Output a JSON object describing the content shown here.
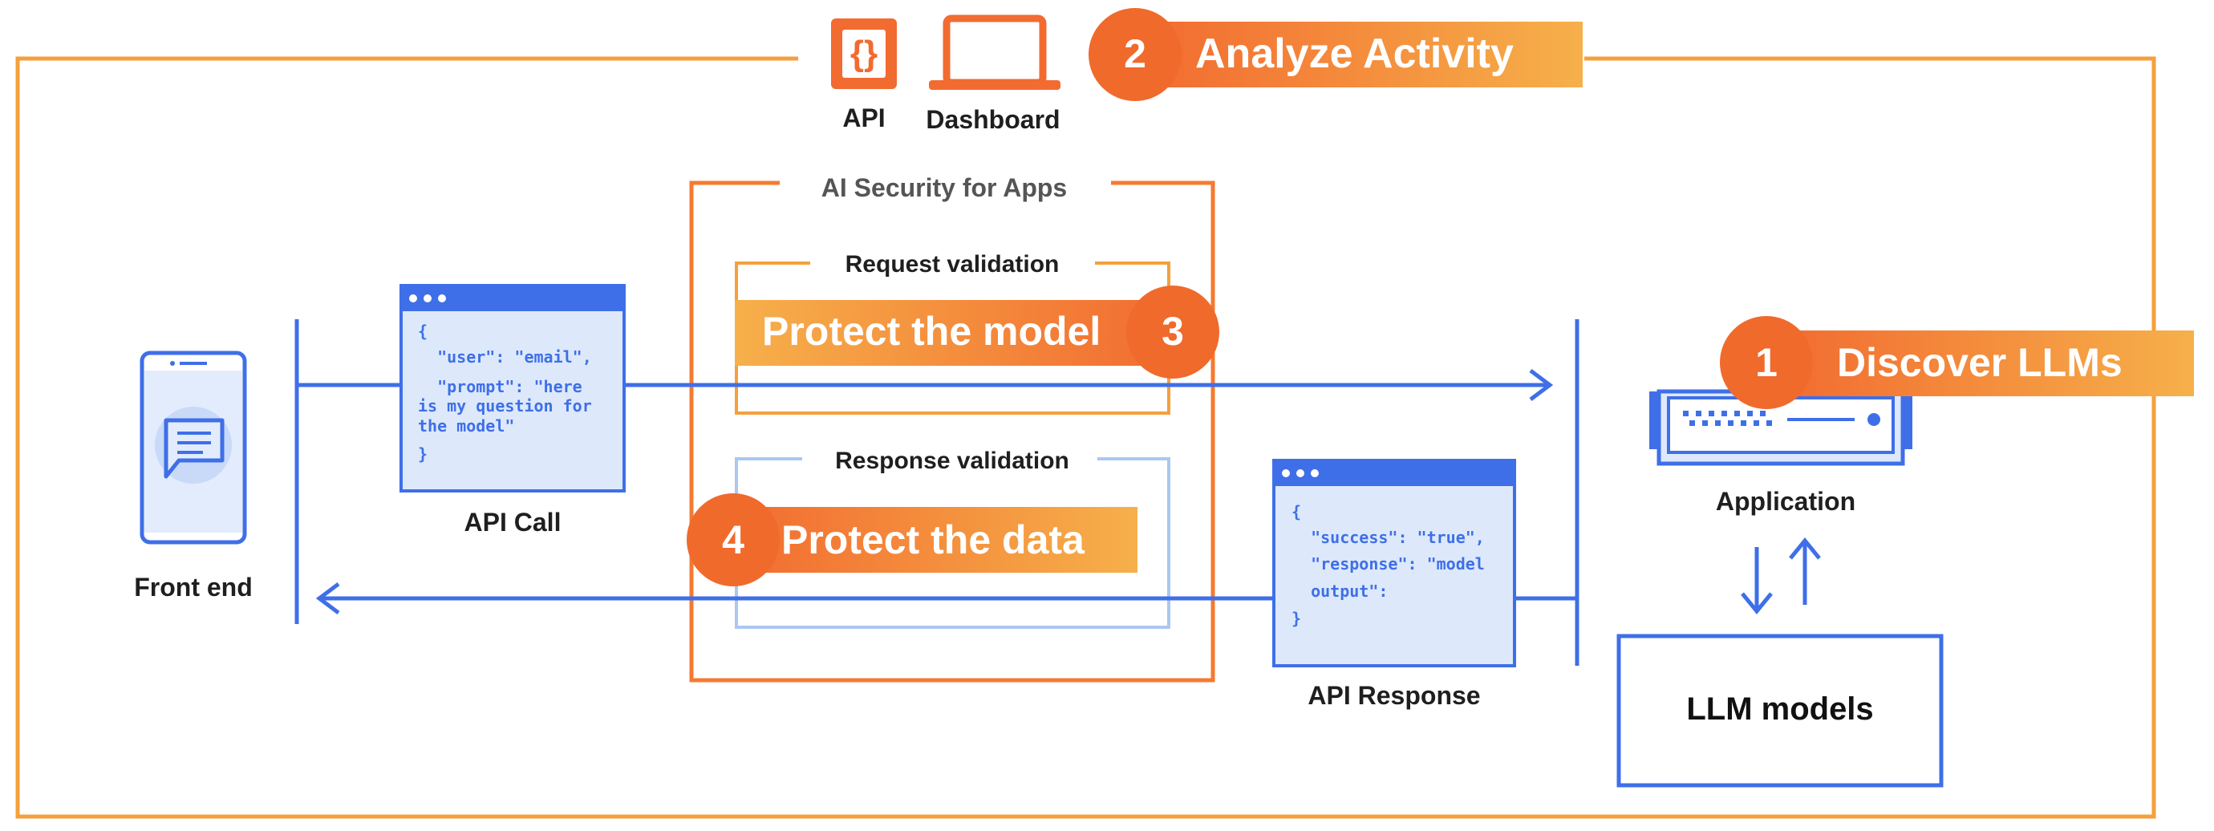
{
  "top": {
    "api_label": "API",
    "dashboard_label": "Dashboard",
    "step2": {
      "number": "2",
      "label": "Analyze Activity"
    }
  },
  "ai_security": {
    "title": "AI Security for Apps",
    "request_validation": "Request validation",
    "response_validation": "Response validation",
    "step3": {
      "number": "3",
      "label": "Protect the model"
    },
    "step4": {
      "number": "4",
      "label": "Protect the data"
    }
  },
  "front_end": {
    "label": "Front end"
  },
  "api_call": {
    "label": "API Call",
    "code": [
      "{",
      "  \"user\": \"email\",",
      "  \"prompt\": \"here",
      "is my question for",
      "the model\"",
      "}"
    ]
  },
  "api_response": {
    "label": "API Response",
    "code": [
      "{",
      "  \"success\": \"true\",",
      "  \"response\": \"model",
      "  output\":",
      "}"
    ]
  },
  "application": {
    "label": "Application",
    "step1": {
      "number": "1",
      "label": "Discover LLMs"
    }
  },
  "llm_models": {
    "label": "LLM models"
  },
  "colors": {
    "orange_border": "#f5a03c",
    "orange_dark": "#f47a32",
    "orange_badge": "#f06a2c",
    "blue": "#3f6fe8",
    "light_blue": "#aac8f0",
    "code_bg": "#dde9fb",
    "text": "#1f1f1f"
  }
}
